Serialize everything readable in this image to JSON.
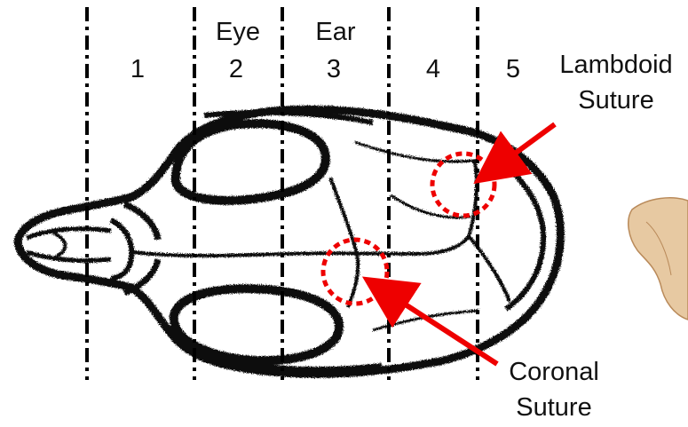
{
  "segments": [
    {
      "number": "1",
      "landmark": ""
    },
    {
      "number": "2",
      "landmark": "Eye"
    },
    {
      "number": "3",
      "landmark": "Ear"
    },
    {
      "number": "4",
      "landmark": ""
    },
    {
      "number": "5",
      "landmark": ""
    }
  ],
  "annotations": {
    "lambdoid": {
      "line1": "Lambdoid",
      "line2": "Suture"
    },
    "coronal": {
      "line1": "Coronal",
      "line2": "Suture"
    }
  },
  "colors": {
    "arrow": "#ee0000",
    "ink": "#111111",
    "divider": "#000000",
    "background": "#ffffff",
    "inset_tan": "#e7c9a2",
    "inset_stroke": "#b98a5a"
  }
}
